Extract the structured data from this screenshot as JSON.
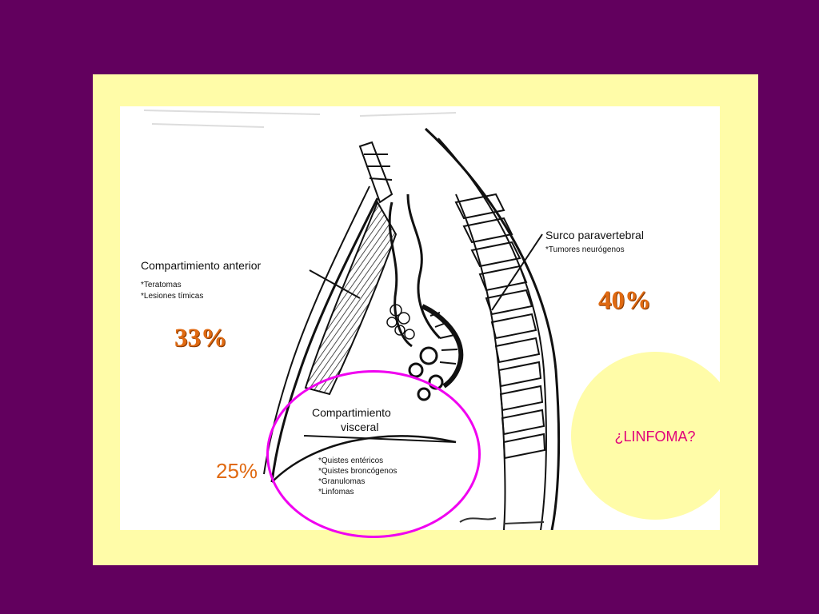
{
  "anterior": {
    "title": "Compartimiento anterior",
    "items": [
      "*Teratomas",
      "*Lesiones tímicas"
    ],
    "percent": "33%"
  },
  "paravertebral": {
    "title": "Surco paravertebral",
    "items": [
      "*Tumores neurógenos"
    ],
    "percent": "40%"
  },
  "visceral": {
    "title_line1": "Compartimiento",
    "title_line2": "visceral",
    "items": [
      "*Quistes entéricos",
      "*Quistes broncógenos",
      "*Granulomas",
      "*Linfomas"
    ],
    "percent": "25%"
  },
  "callout": {
    "text": "¿LINFOMA?"
  },
  "colors": {
    "background": "#62005e",
    "frame": "#fffca8",
    "percent": "#e06a12",
    "highlight": "#f000f0",
    "callout_text": "#e0007a"
  }
}
